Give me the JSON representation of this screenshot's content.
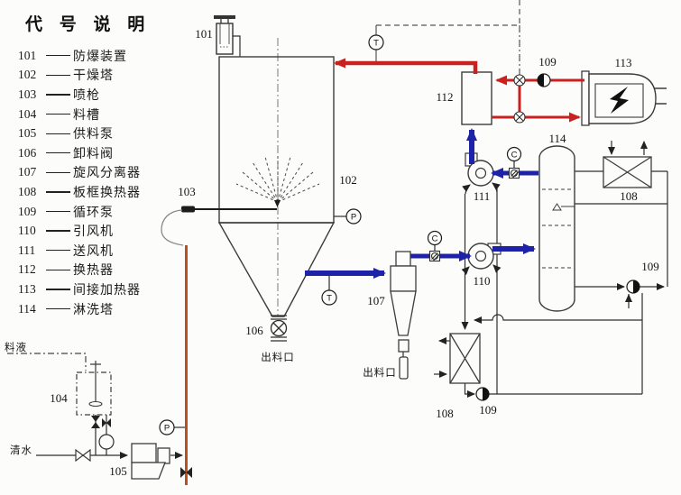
{
  "legend": {
    "title": "代 号 说 明",
    "items": [
      {
        "code": "101",
        "label": "防爆装置"
      },
      {
        "code": "102",
        "label": "干燥塔"
      },
      {
        "code": "103",
        "label": "喷枪"
      },
      {
        "code": "104",
        "label": "料槽"
      },
      {
        "code": "105",
        "label": "供料泵"
      },
      {
        "code": "106",
        "label": "卸料阀"
      },
      {
        "code": "107",
        "label": "旋风分离器"
      },
      {
        "code": "108",
        "label": "板框换热器"
      },
      {
        "code": "109",
        "label": "循环泵"
      },
      {
        "code": "110",
        "label": "引风机"
      },
      {
        "code": "111",
        "label": "送风机"
      },
      {
        "code": "112",
        "label": "换热器"
      },
      {
        "code": "113",
        "label": "间接加热器"
      },
      {
        "code": "114",
        "label": "淋洗塔"
      }
    ]
  },
  "diagram": {
    "tags": {
      "explosion_vent": "101",
      "drying_tower": "102",
      "spray_gun": "103",
      "feed_tank": "104",
      "feed_pump": "105",
      "discharge_valve": "106",
      "cyclone": "107",
      "plate_hx_top": "108",
      "plate_hx_bottom": "108",
      "circ_pump_heater": "109",
      "circ_pump_top": "109",
      "circ_pump_bottom": "109",
      "id_fan": "110",
      "supply_fan": "111",
      "heat_exchanger": "112",
      "indirect_heater": "113",
      "wash_tower": "114"
    },
    "ports": {
      "tower_discharge": "出料口",
      "cyclone_discharge": "出料口",
      "feed_liquid": "料液",
      "clean_water": "清水"
    },
    "instruments": {
      "temperature": "T",
      "pressure": "P",
      "control": "C"
    },
    "colors": {
      "hot_air": "#c92020",
      "air": "#1e22a8",
      "feed": "#b9511f"
    }
  }
}
